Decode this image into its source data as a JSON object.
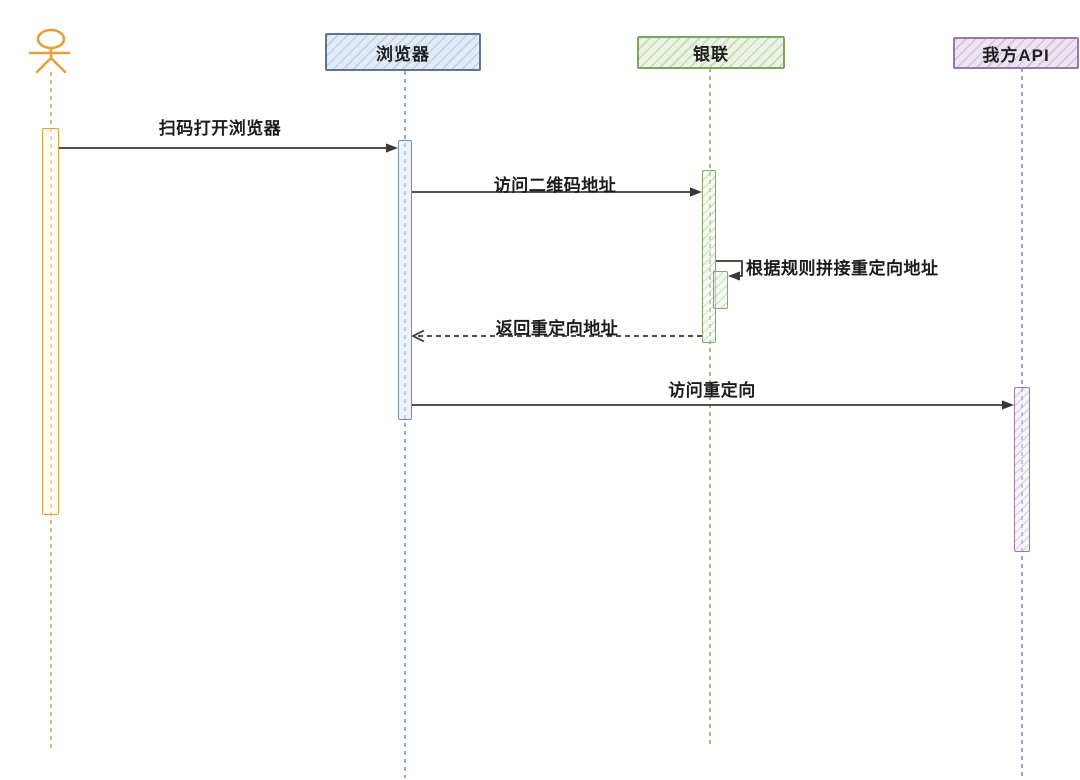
{
  "diagram": {
    "type": "sequence-diagram",
    "participants": [
      {
        "id": "user",
        "kind": "actor",
        "label": "",
        "color": "#e5a03c"
      },
      {
        "id": "browser",
        "kind": "box",
        "label": "浏览器",
        "color": "#5c748e"
      },
      {
        "id": "unionpay",
        "kind": "box",
        "label": "银联",
        "color": "#7ca562"
      },
      {
        "id": "api",
        "kind": "box",
        "label": "我方API",
        "color": "#9879ad"
      }
    ],
    "messages": [
      {
        "from": "user",
        "to": "browser",
        "style": "solid",
        "label": "扫码打开浏览器"
      },
      {
        "from": "browser",
        "to": "unionpay",
        "style": "solid",
        "label": "访问二维码地址"
      },
      {
        "from": "unionpay",
        "to": "unionpay",
        "style": "self",
        "label": "根据规则拼接重定向地址"
      },
      {
        "from": "unionpay",
        "to": "browser",
        "style": "dashed",
        "label": "返回重定向地址"
      },
      {
        "from": "browser",
        "to": "api",
        "style": "solid",
        "label": "访问重定向"
      }
    ]
  }
}
